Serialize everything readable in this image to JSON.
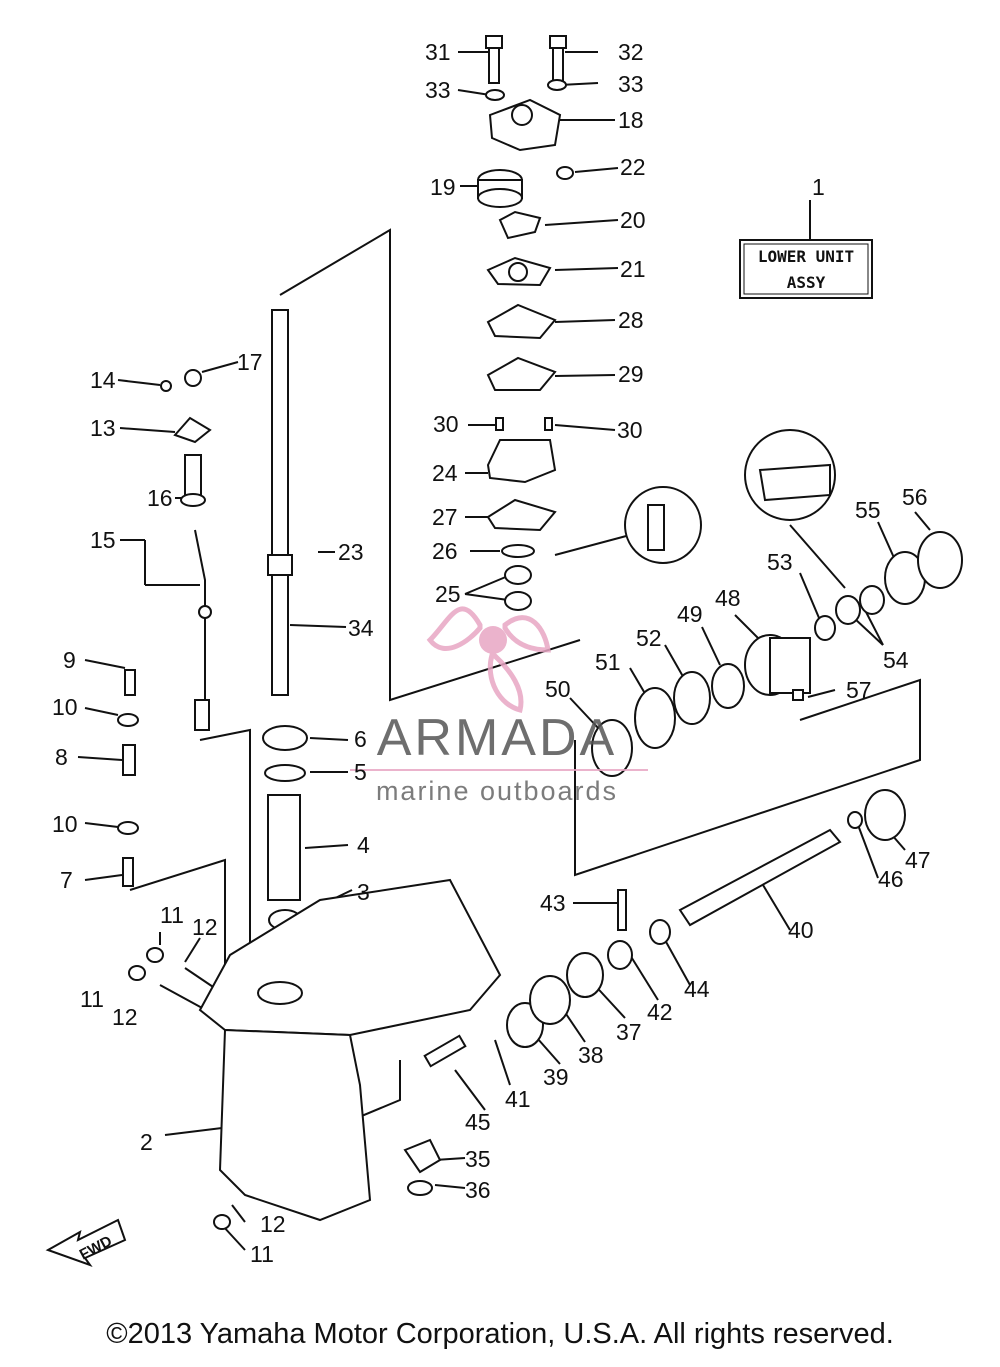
{
  "labels": [
    "1",
    "2",
    "3",
    "4",
    "5",
    "6",
    "7",
    "8",
    "9",
    "10",
    "11",
    "12",
    "13",
    "14",
    "15",
    "16",
    "17",
    "18",
    "19",
    "20",
    "21",
    "22",
    "23",
    "24",
    "25",
    "26",
    "27",
    "28",
    "29",
    "30",
    "31",
    "32",
    "33",
    "34",
    "35",
    "36",
    "37",
    "38",
    "39",
    "40",
    "41",
    "42",
    "43",
    "44",
    "45",
    "46",
    "47",
    "48",
    "49",
    "50",
    "51",
    "52",
    "53",
    "54",
    "55",
    "56",
    "57"
  ],
  "assy_box": {
    "line1": "LOWER UNIT",
    "line2": "ASSY"
  },
  "watermark": {
    "title": "ARMADA",
    "subtitle": "marine outboards"
  },
  "fwd_label": "FWD",
  "copyright": "©2013 Yamaha Motor Corporation, U.S.A. All rights reserved.",
  "colors": {
    "line": "#111111",
    "watermark_pink": "#e8a6c4",
    "watermark_text": "#555555"
  }
}
